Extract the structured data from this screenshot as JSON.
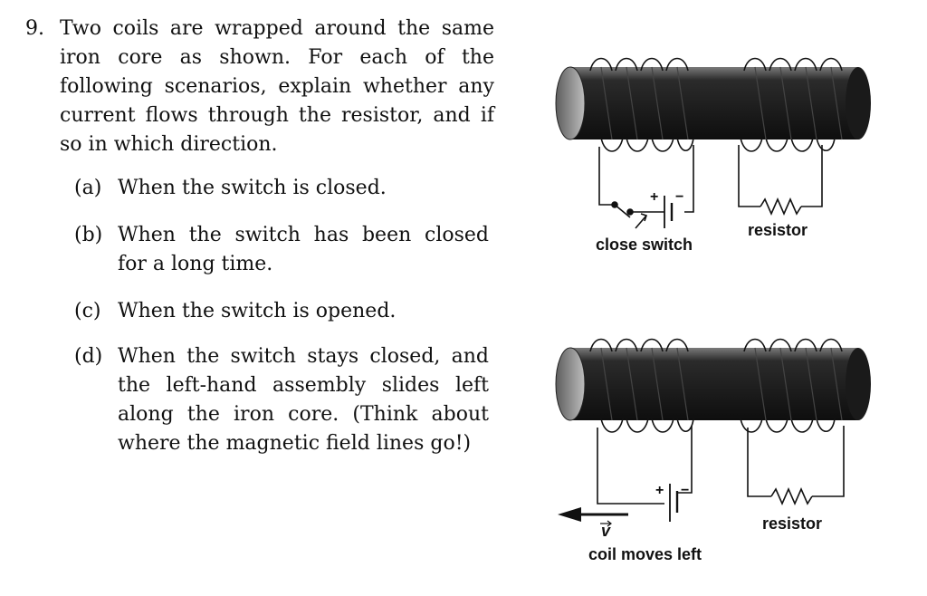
{
  "problem": {
    "number": "9.",
    "statement": "Two coils are wrapped around the same iron core as shown. For each of the following scenarios, explain whether any current flows through the resistor, and if so in which direction.",
    "parts": [
      {
        "label": "(a)",
        "text": "When the switch is closed."
      },
      {
        "label": "(b)",
        "text": "When the switch has been closed for a long time."
      },
      {
        "label": "(c)",
        "text": "When the switch is opened."
      },
      {
        "label": "(d)",
        "text": "When the switch stays closed, and the left-hand assembly slides left along the iron core. (Think about where the magnetic field lines go!)"
      }
    ]
  },
  "figure_top": {
    "switch_label": "close switch",
    "resistor_label": "resistor",
    "battery_plus": "+",
    "battery_minus": "−"
  },
  "figure_bottom": {
    "motion_label": "coil moves left",
    "velocity_symbol": "v",
    "resistor_label": "resistor",
    "battery_plus": "+",
    "battery_minus": "−"
  }
}
